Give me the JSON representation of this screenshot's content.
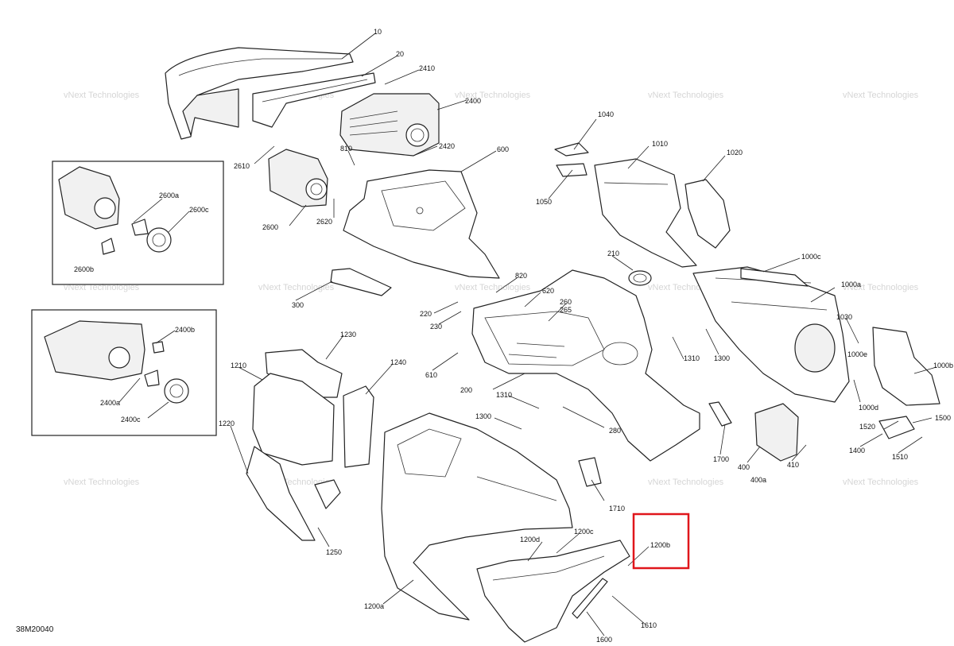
{
  "diagram": {
    "code": "38M20040",
    "watermark_text": "vNext Technologies",
    "highlight_color": "#e0161b",
    "highlighted_callout": "1200b"
  },
  "callouts": {
    "c10": "10",
    "c20": "20",
    "c2410": "2410",
    "c2400": "2400",
    "c2420": "2420",
    "c600": "600",
    "c810": "810",
    "c2610": "2610",
    "c2620": "2620",
    "c2600": "2600",
    "c2600a": "2600a",
    "c2600c": "2600c",
    "c2600b": "2600b",
    "c1040": "1040",
    "c1010": "1010",
    "c1020": "1020",
    "c1050": "1050",
    "c210": "210",
    "c820": "820",
    "c620": "620",
    "c1000c": "1000c",
    "c300": "300",
    "c220": "220",
    "c230": "230",
    "c260": "260",
    "c265": "265",
    "c1000a": "1000a",
    "c1030": "1030",
    "c1000e": "1000e",
    "c1000b": "1000b",
    "c2400b": "2400b",
    "c2400a": "2400a",
    "c2400c": "2400c",
    "c1230": "1230",
    "c1210": "1210",
    "c1240": "1240",
    "c610": "610",
    "c1310a": "1310",
    "c1300a": "1300",
    "c200": "200",
    "c1310b": "1310",
    "c1300b": "1300",
    "c280": "280",
    "c1000d": "1000d",
    "c1520": "1520",
    "c1500": "1500",
    "c1400": "1400",
    "c1510": "1510",
    "c1700": "1700",
    "c400": "400",
    "c410": "410",
    "c400a": "400a",
    "c1220": "1220",
    "c1710": "1710",
    "c1200c": "1200c",
    "c1200d": "1200d",
    "c1200b": "1200b",
    "c1250": "1250",
    "c1200a": "1200a",
    "c1600": "1600",
    "c1610": "1610"
  }
}
